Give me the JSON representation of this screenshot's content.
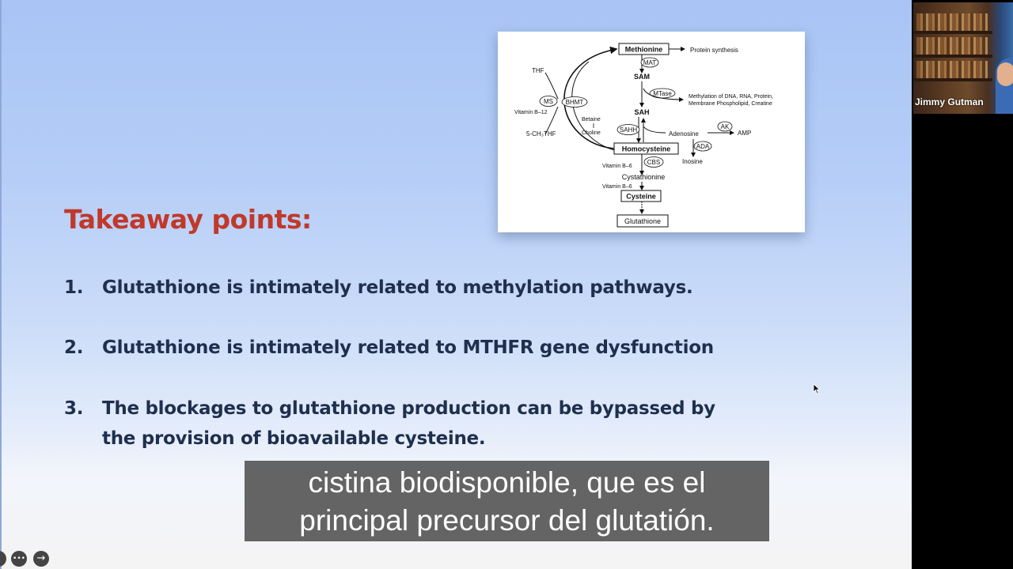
{
  "slide": {
    "title": "Takeaway points:",
    "points": [
      {
        "num": "1.",
        "lines": [
          "Glutathione is intimately related to methylation pathways."
        ]
      },
      {
        "num": "2.",
        "lines": [
          "Glutathione is intimately related to MTHFR gene dysfunction"
        ]
      },
      {
        "num": "3.",
        "lines": [
          "The blockages to glutathione production can be bypassed by",
          "the provision of bioavailable cysteine."
        ]
      }
    ]
  },
  "diagram": {
    "methionine": "Methionine",
    "protein_synthesis": "Protein synthesis",
    "mat": "MAT",
    "sam": "SAM",
    "mtase": "MTase",
    "methylation_line1": "Methylation of DNA, RNA, Protein,",
    "methylation_line2": "Membrane Phospholipid, Creatine",
    "sah": "SAH",
    "sahh": "SAHH",
    "adenosine": "Adenosine",
    "ak": "AK",
    "amp": "AMP",
    "ada": "ADA",
    "inosine": "Inosine",
    "homocysteine": "Homocysteine",
    "thf": "THF",
    "ms": "MS",
    "bhmt": "BHMT",
    "vitamin_b12": "Vitamin B–12",
    "betaine": "Betaine",
    "choline": "Choline",
    "methyl_thf": "5-CH₃THF",
    "vitamin_b6_a": "Vitamin B–6",
    "cbs": "CBS",
    "cystathionine": "Cystathionine",
    "vitamin_b6_b": "Vitamin B–6",
    "cysteine": "Cysteine",
    "glutathione": "Glutathione"
  },
  "subtitle": {
    "line1": "cistina biodisponible, que es el",
    "line2": "principal precursor del glutatión."
  },
  "video": {
    "participant_name": "Jimmy Gutman"
  },
  "controls": {
    "prev_icon": "chevron-left-icon",
    "more_icon": "more-icon",
    "next_icon": "arrow-right-icon",
    "more_glyph": "•••",
    "next_glyph": "→"
  }
}
